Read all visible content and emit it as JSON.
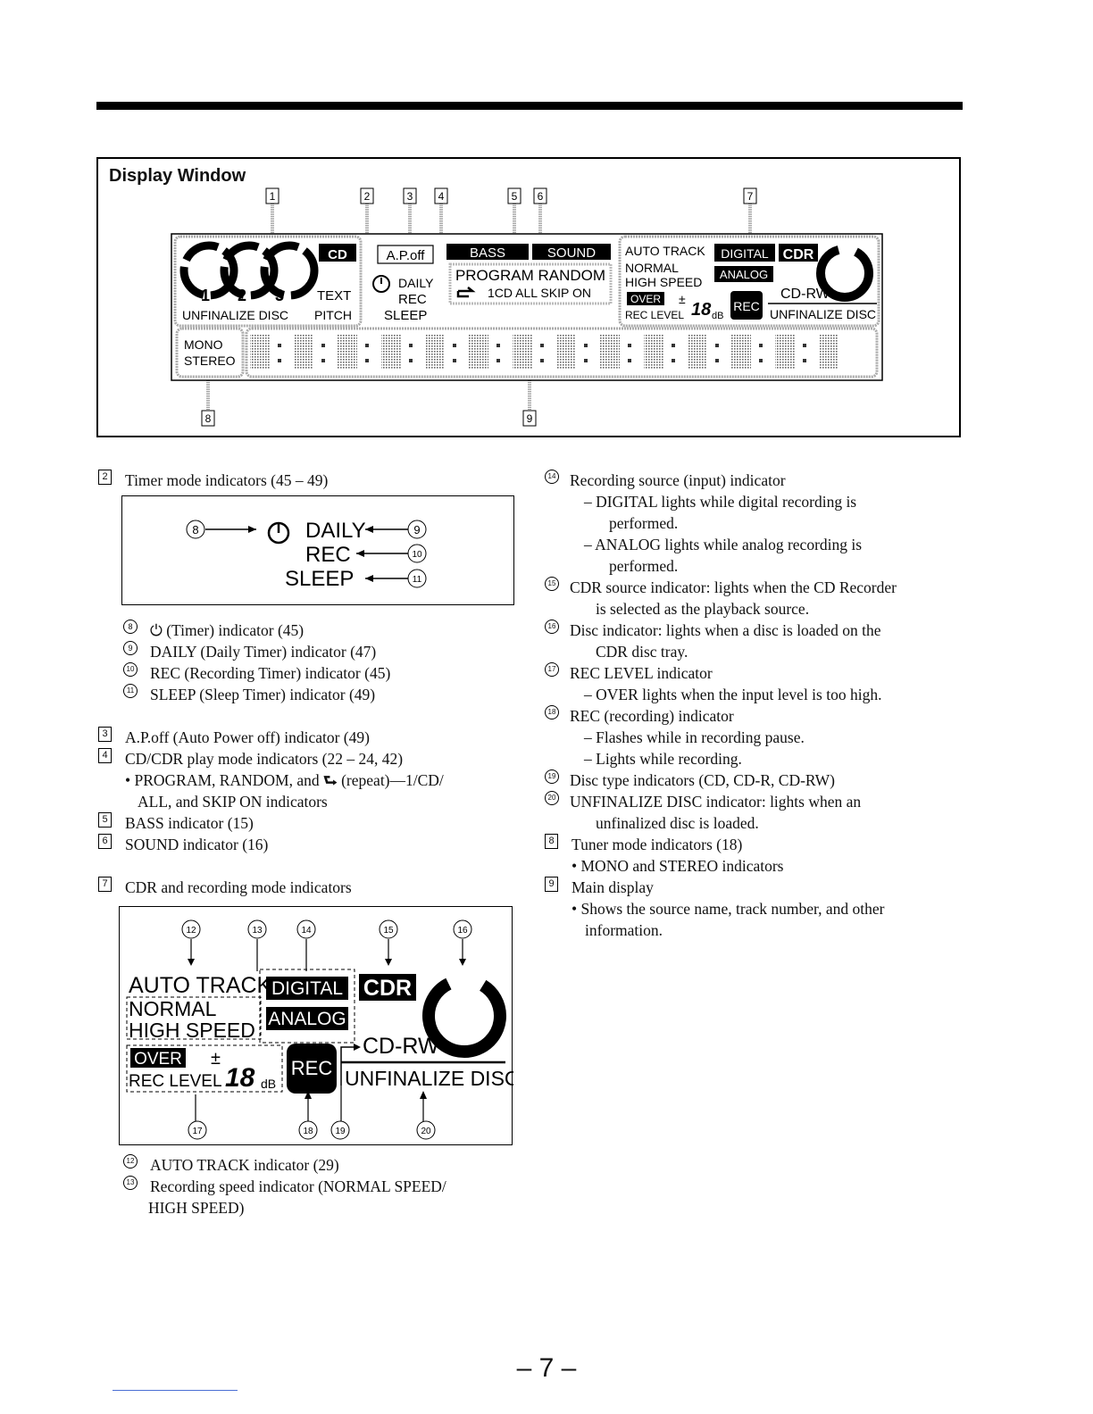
{
  "display_window": {
    "title": "Display Window",
    "callouts": [
      "1",
      "2",
      "3",
      "4",
      "5",
      "6",
      "7",
      "8",
      "9"
    ],
    "lcd": {
      "cd": "CD",
      "disc_numbers": [
        "1",
        "2",
        "3"
      ],
      "text": "TEXT",
      "unfinalize_left": "UNFINALIZE DISC",
      "pitch": "PITCH",
      "apoff": "A.P.off",
      "daily": "DAILY",
      "rec": "REC",
      "sleep": "SLEEP",
      "bass": "BASS",
      "sound": "SOUND",
      "program_random": "PROGRAM RANDOM",
      "repeat_row": "1CD ALL  SKIP ON",
      "auto_track": "AUTO TRACK",
      "digital": "DIGITAL",
      "cdr": "CDR",
      "normal": "NORMAL",
      "analog": "ANALOG",
      "high_speed": "HIGH SPEED",
      "over": "OVER",
      "rec_level": "REC LEVEL",
      "db": "dB",
      "rec_badge": "REC",
      "cd_rw": "CD-RW",
      "unfinalize_right": "UNFINALIZE DISC",
      "mono": "MONO",
      "stereo": "STEREO"
    }
  },
  "left_column": {
    "timer_heading_num": "2",
    "timer_heading": "Timer mode indicators (45 – 49)",
    "timer_diagram": {
      "daily": "DAILY",
      "rec": "REC",
      "sleep": "SLEEP",
      "c8": "8",
      "c9": "9",
      "c10": "10",
      "c11": "11"
    },
    "timer_items": [
      {
        "num": "8",
        "text": "(Timer) indicator (45)"
      },
      {
        "num": "9",
        "text": "DAILY (Daily Timer) indicator (47)"
      },
      {
        "num": "10",
        "text": "REC (Recording Timer) indicator (45)"
      },
      {
        "num": "11",
        "text": "SLEEP (Sleep Timer) indicator (49)"
      }
    ],
    "item3_num": "3",
    "item3": "A.P.off (Auto Power off) indicator (49)",
    "item4_num": "4",
    "item4": "CD/CDR play mode indicators (22 – 24, 42)",
    "item4_bullet_a": "• PROGRAM, RANDOM, and",
    "item4_bullet_b": "(repeat)—1/CD/",
    "item4_bullet_c": "ALL, and SKIP ON indicators",
    "item5_num": "5",
    "item5": "BASS indicator (15)",
    "item6_num": "6",
    "item6": "SOUND indicator (16)",
    "item7_num": "7",
    "item7": "CDR and recording mode indicators",
    "cdr_diagram": {
      "auto_track": "AUTO TRACK",
      "normal": "NORMAL",
      "high_speed": "HIGH SPEED",
      "digital": "DIGITAL",
      "analog": "ANALOG",
      "cdr": "CDR",
      "over": "OVER",
      "rec_level": "REC LEVEL",
      "db": "dB",
      "rec": "REC",
      "cd_rw": "CD-RW",
      "unfinalize": "UNFINALIZE DISC",
      "top_callouts": [
        "12",
        "13",
        "14",
        "15",
        "16"
      ],
      "bottom_callouts": [
        "17",
        "18",
        "19",
        "20"
      ]
    },
    "items_12_13": [
      {
        "num": "12",
        "text": "AUTO TRACK indicator (29)"
      },
      {
        "num": "13",
        "text": "Recording speed indicator (NORMAL SPEED/"
      }
    ],
    "item13_cont": "HIGH SPEED)"
  },
  "right_column": {
    "lines": [
      {
        "num": "14",
        "text": "Recording source (input) indicator",
        "kind": "circ"
      },
      {
        "text": "– DIGITAL lights while digital recording is",
        "kind": "sub"
      },
      {
        "text": "performed.",
        "kind": "sub2"
      },
      {
        "text": "– ANALOG lights while analog recording is",
        "kind": "sub"
      },
      {
        "text": "performed.",
        "kind": "sub2"
      },
      {
        "num": "15",
        "text": "CDR source indicator: lights when the CD Recorder",
        "kind": "circ"
      },
      {
        "text": "is selected as the playback source.",
        "kind": "cont"
      },
      {
        "num": "16",
        "text": "Disc indicator: lights when a disc is loaded on the",
        "kind": "circ"
      },
      {
        "text": "CDR disc tray.",
        "kind": "cont"
      },
      {
        "num": "17",
        "text": "REC LEVEL indicator",
        "kind": "circ"
      },
      {
        "text": "– OVER lights when the input level is too high.",
        "kind": "sub"
      },
      {
        "num": "18",
        "text": "REC (recording) indicator",
        "kind": "circ"
      },
      {
        "text": "– Flashes while in recording pause.",
        "kind": "sub"
      },
      {
        "text": "– Lights while recording.",
        "kind": "sub"
      },
      {
        "num": "19",
        "text": "Disc type indicators (CD, CD-R, CD-RW)",
        "kind": "circ"
      },
      {
        "num": "20",
        "text": "UNFINALIZE DISC indicator: lights when an",
        "kind": "circ"
      },
      {
        "text": "unfinalized disc is loaded.",
        "kind": "cont"
      },
      {
        "num": "8",
        "text": "Tuner mode indicators (18)",
        "kind": "sq"
      },
      {
        "text": "• MONO and STEREO indicators",
        "kind": "bullet"
      },
      {
        "num": "9",
        "text": "Main display",
        "kind": "sq"
      },
      {
        "text": "• Shows the source name, track number, and other",
        "kind": "bullet"
      },
      {
        "text": "information.",
        "kind": "bullet2"
      }
    ]
  },
  "page_number": "– 7 –"
}
